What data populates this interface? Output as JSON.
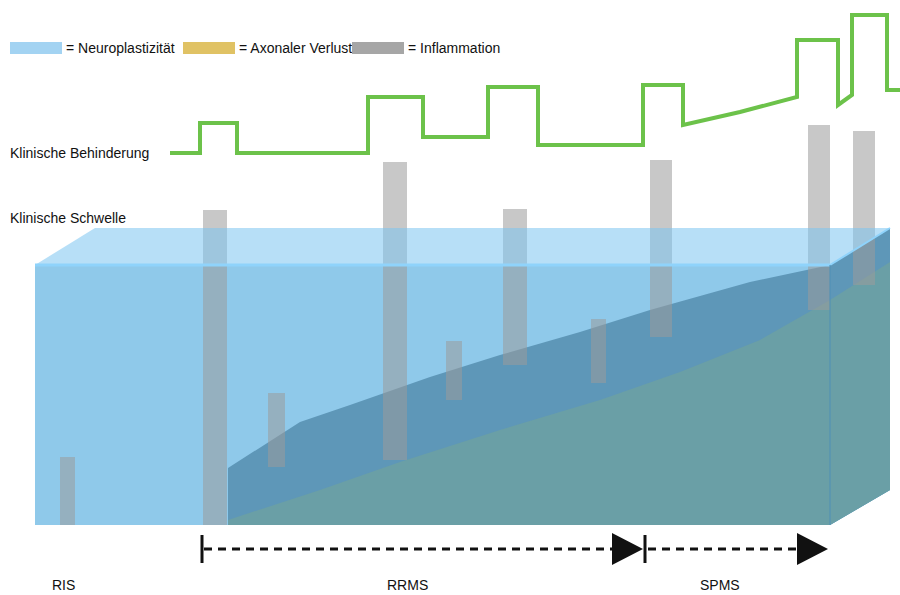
{
  "diagram": {
    "labels": [
      "Klinische Behinderung",
      "Klinische Schwelle",
      "RIS",
      "RRMS",
      "SPMS"
    ],
    "legend": [
      {
        "text": "= Neuroplastizität",
        "color": "#a3d3f2"
      },
      {
        "text": "= Axonaler Verlust",
        "color": "#e0c264"
      },
      {
        "text": "= Inflammation",
        "color": "#a6a6a6"
      }
    ]
  }
}
